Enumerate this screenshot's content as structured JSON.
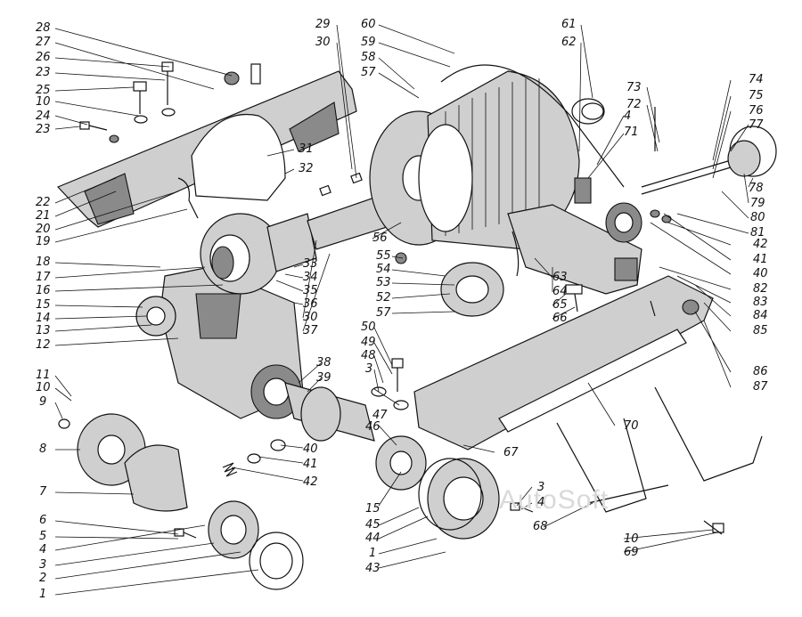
{
  "labels": {
    "n28": "28",
    "n27": "27",
    "n26": "26",
    "n23a": "23",
    "n25": "25",
    "n10a": "10",
    "n24": "24",
    "n23b": "23",
    "n22": "22",
    "n21": "21",
    "n20": "20",
    "n19": "19",
    "n18": "18",
    "n17": "17",
    "n16": "16",
    "n15a": "15",
    "n14": "14",
    "n13": "13",
    "n12": "12",
    "n11": "11",
    "n10b": "10",
    "n9": "9",
    "n8": "8",
    "n7": "7",
    "n6": "6",
    "n5": "5",
    "n4a": "4",
    "n3a": "3",
    "n2": "2",
    "n1a": "1",
    "n29": "29",
    "n30a": "30",
    "n60": "60",
    "n59": "59",
    "n58": "58",
    "n57a": "57",
    "n61": "61",
    "n62": "62",
    "n73": "73",
    "n72": "72",
    "n4b": "4",
    "n71": "71",
    "n74": "74",
    "n75": "75",
    "n76": "76",
    "n77": "77",
    "n78": "78",
    "n79": "79",
    "n80": "80",
    "n81": "81",
    "n31": "31",
    "n32": "32",
    "n33": "33",
    "n34": "34",
    "n35": "35",
    "n36": "36",
    "n30b": "30",
    "n37": "37",
    "n56": "56",
    "n55": "55",
    "n54": "54",
    "n53": "53",
    "n52": "52",
    "n57b": "57",
    "n63": "63",
    "n64": "64",
    "n65": "65",
    "n66": "66",
    "n42a": "42",
    "n41a": "41",
    "n40a": "40",
    "n82": "82",
    "n83": "83",
    "n84": "84",
    "n85": "85",
    "n86": "86",
    "n87": "87",
    "n50": "50",
    "n49": "49",
    "n48": "48",
    "n3b": "3",
    "n47": "47",
    "n38": "38",
    "n39": "39",
    "n46": "46",
    "n40b": "40",
    "n41b": "41",
    "n42b": "42",
    "n15b": "15",
    "n45": "45",
    "n44": "44",
    "n1b": "1",
    "n43": "43",
    "n70": "70",
    "n67": "67",
    "n3c": "3",
    "n4c": "4",
    "n68": "68",
    "n10c": "10",
    "n69": "69"
  },
  "watermark": "AutoSoft"
}
